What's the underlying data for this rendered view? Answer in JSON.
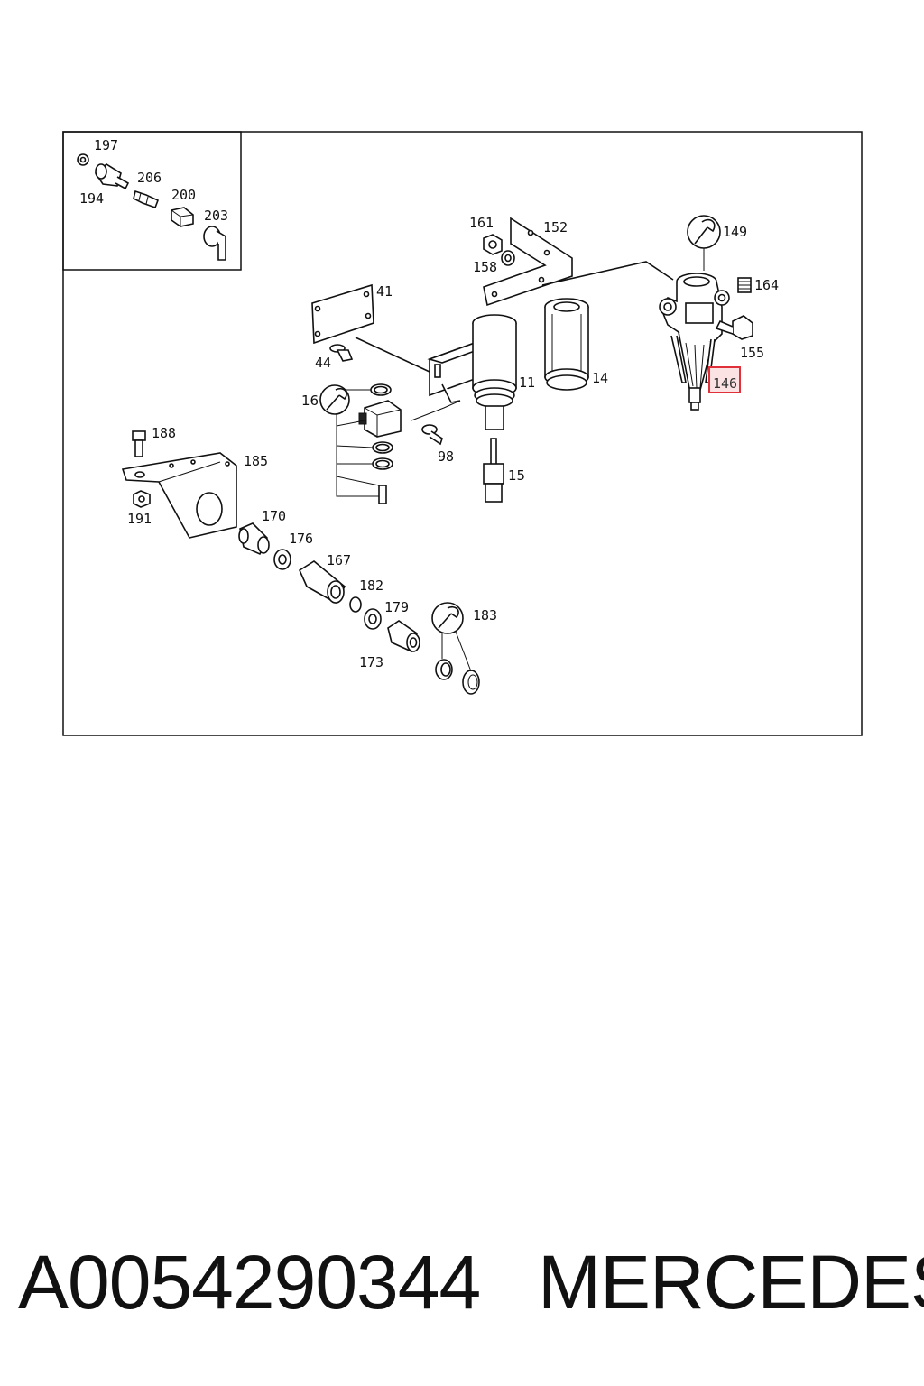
{
  "diagram": {
    "part_labels": {
      "p197": "197",
      "p194": "194",
      "p206": "206",
      "p200": "200",
      "p203": "203",
      "p161": "161",
      "p152": "152",
      "p158": "158",
      "p149": "149",
      "p164": "164",
      "p155": "155",
      "p146": "146",
      "p41": "41",
      "p44": "44",
      "p16": "16",
      "p11": "11",
      "p14": "14",
      "p98": "98",
      "p15": "15",
      "p188": "188",
      "p185": "185",
      "p191": "191",
      "p170": "170",
      "p176": "176",
      "p167": "167",
      "p182": "182",
      "p179": "179",
      "p183": "183",
      "p173": "173"
    },
    "highlighted_part": "146",
    "highlight_color": "#e0303a"
  },
  "caption": {
    "part_number": "A0054290344",
    "brand": "MERCEDES"
  }
}
